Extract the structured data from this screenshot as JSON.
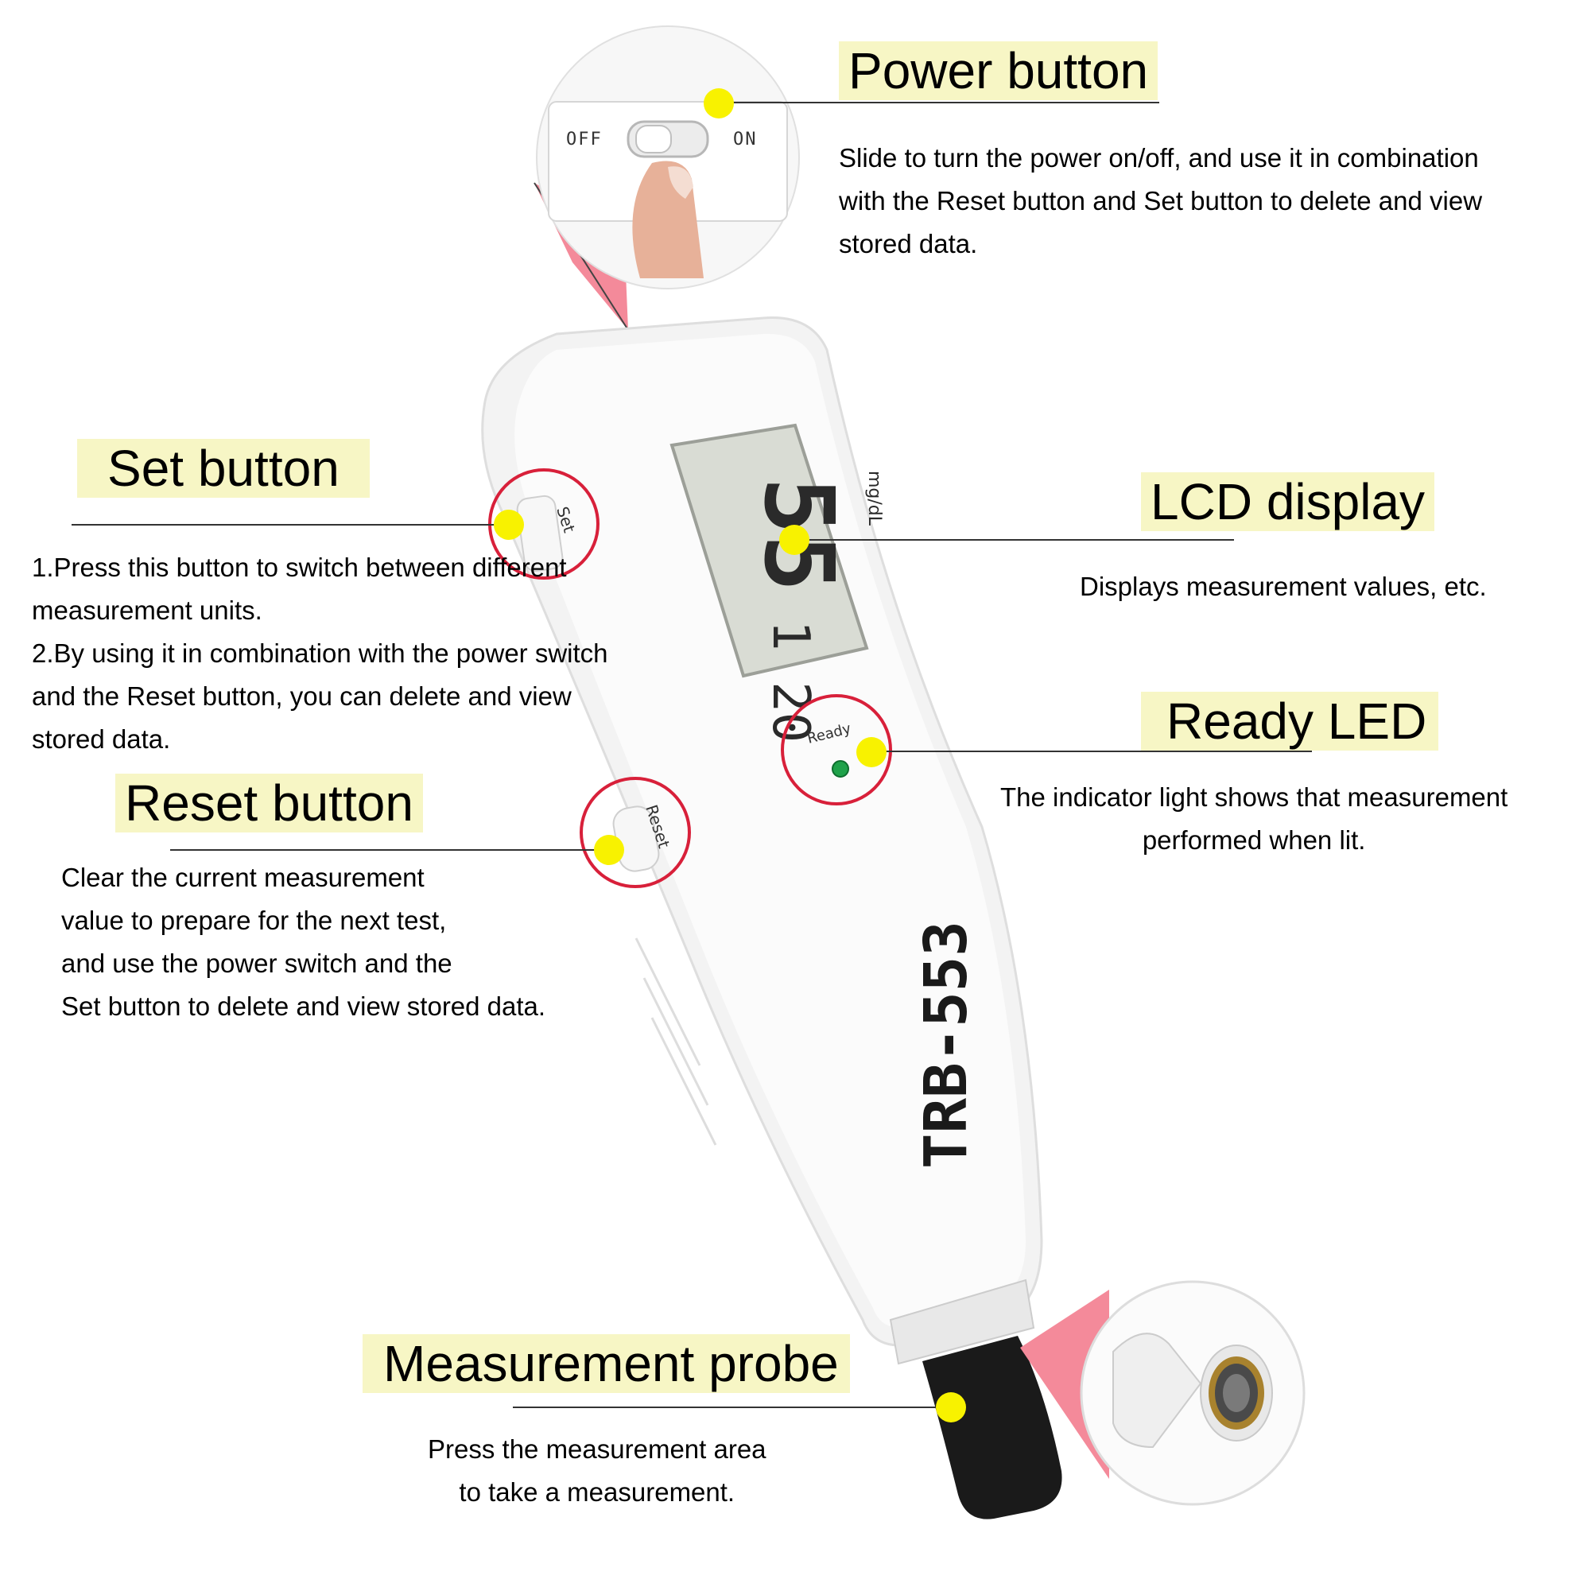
{
  "device": {
    "model": "TRB-553",
    "lcd_main": "55",
    "lcd_unit": "mg/dL",
    "lcd_sub": "1 20",
    "set_key": "Set",
    "reset_key": "Reset",
    "ready_label": "Ready",
    "switch_off": "OFF",
    "switch_on": "ON"
  },
  "callouts": {
    "power": {
      "title": "Power button",
      "lines": [
        "Slide to turn the power on/off, and use it in combination",
        "with the Reset button and Set button to delete and view",
        "stored data."
      ]
    },
    "set": {
      "title": "Set button",
      "lines": [
        "1.Press this button to switch between different",
        "measurement units.",
        "2.By using it in combination with the power switch",
        "and the Reset button, you can delete and view",
        "stored data."
      ]
    },
    "lcd": {
      "title": "LCD display",
      "lines": [
        "Displays measurement values, etc."
      ]
    },
    "ready": {
      "title": "Ready LED",
      "lines": [
        "The indicator light shows that measurement",
        "performed when lit."
      ]
    },
    "reset": {
      "title": "Reset button",
      "lines": [
        "Clear the current measurement",
        "value to prepare for the next test,",
        "and use the power switch and the",
        "Set button to delete and view stored data."
      ]
    },
    "probe": {
      "title": "Measurement probe",
      "lines": [
        "Press the measurement area",
        "to take a measurement."
      ]
    }
  },
  "colors": {
    "title_highlight": "#f7f6c5",
    "marker_dot": "#f8f200",
    "ring": "#d8203a",
    "zoom_wedge": "#f48a9a",
    "lcd_bg": "#d9dcd4",
    "led": "#1fa24a",
    "probe": "#1a1a1a"
  }
}
